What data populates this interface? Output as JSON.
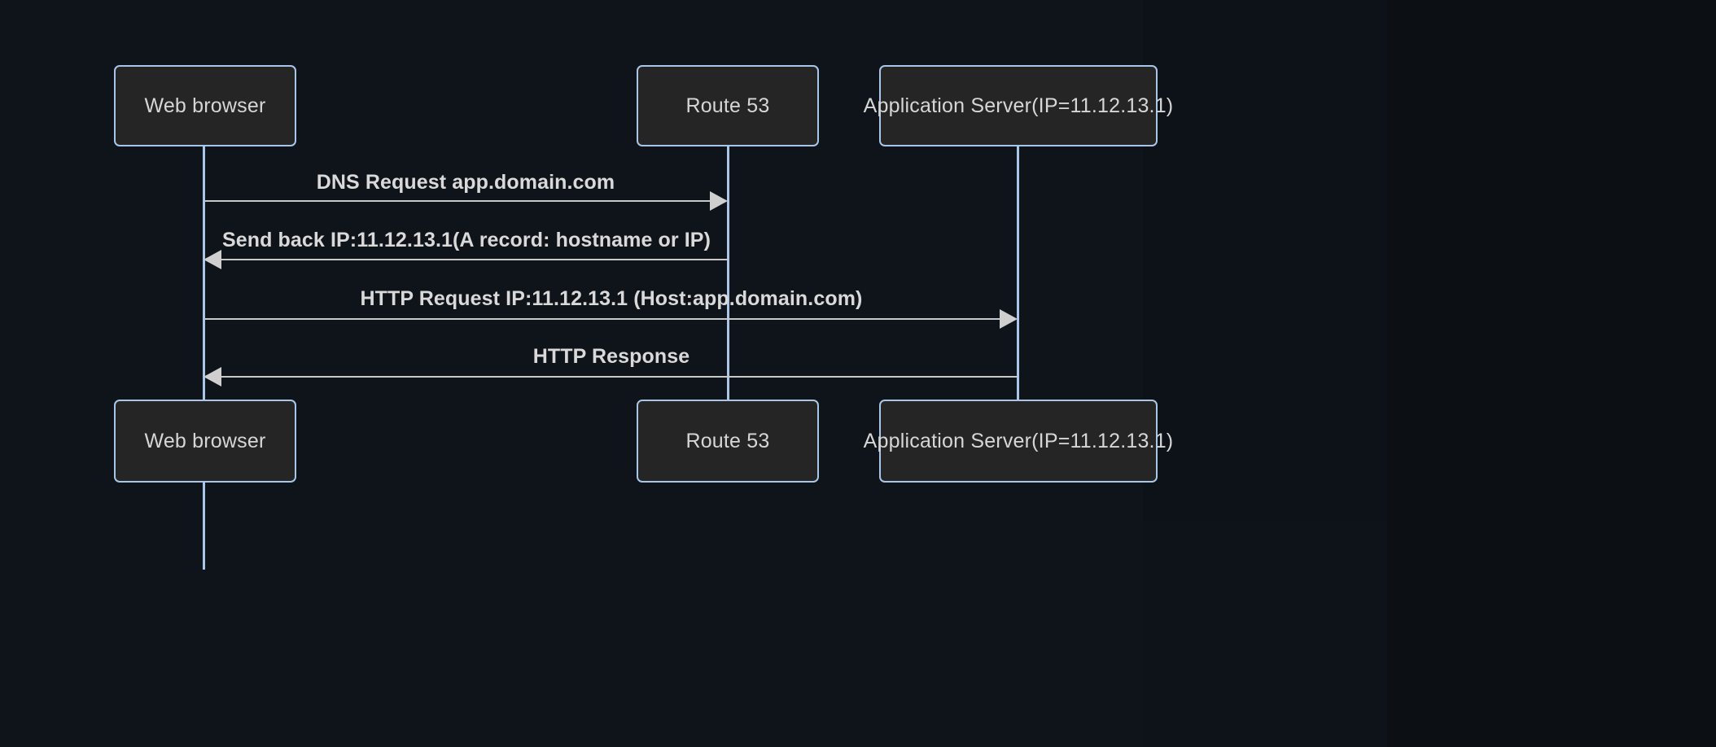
{
  "diagram": {
    "type": "sequence-diagram",
    "title": "DNS resolution and HTTP request flow",
    "colors": {
      "background": "#0c1015",
      "box_fill": "#252525",
      "box_border": "#a8c7e8",
      "lifeline": "#a8c7e8",
      "message_line": "#c8c8c8",
      "arrow_head": "#cfcfcf",
      "text": "#d6d6d6",
      "message_text": "#d9d9d9"
    },
    "participants": [
      {
        "id": "browser",
        "label": "Web browser"
      },
      {
        "id": "route53",
        "label": "Route 53"
      },
      {
        "id": "appserver",
        "label": "Application Server(IP=11.12.13.1)"
      }
    ],
    "messages": [
      {
        "id": "m1",
        "label": "DNS Request app.domain.com",
        "from": "browser",
        "to": "route53",
        "direction": "right"
      },
      {
        "id": "m2",
        "label": "Send back IP:11.12.13.1(A record: hostname or IP)",
        "from": "route53",
        "to": "browser",
        "direction": "left"
      },
      {
        "id": "m3",
        "label": "HTTP Request IP:11.12.13.1 (Host:app.domain.com)",
        "from": "browser",
        "to": "appserver",
        "direction": "right"
      },
      {
        "id": "m4",
        "label": "HTTP Response",
        "from": "appserver",
        "to": "browser",
        "direction": "left"
      }
    ]
  }
}
